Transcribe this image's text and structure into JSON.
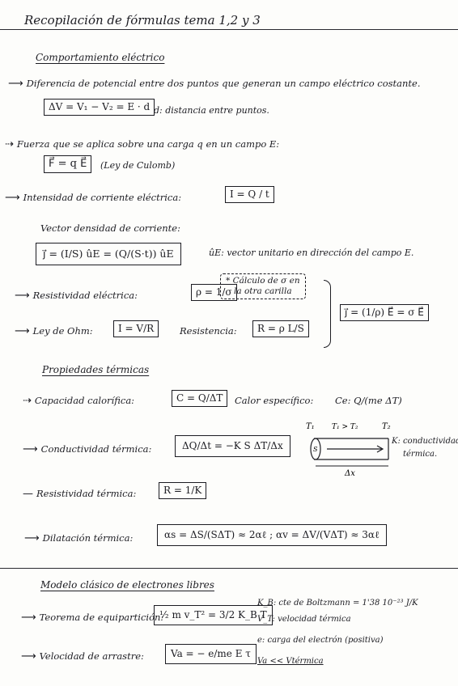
{
  "title": "Recopilación de fórmulas tema 1,2 y 3",
  "sections": {
    "electrico": "Comportamiento eléctrico",
    "termico": "Propiedades térmicas",
    "modelo": "Modelo clásico de electrones libres"
  },
  "electrico": {
    "diferencia_label": "Diferencia de potencial entre dos puntos que generan un campo eléctrico costante.",
    "diferencia_formula": "ΔV = V₁ − V₂ = E · d",
    "diferencia_note": "d: distancia entre puntos.",
    "fuerza_label": "Fuerza que se aplica sobre una carga q en un campo E:",
    "fuerza_formula": "F⃗ = q E⃗",
    "fuerza_note": "(Ley de Culomb)",
    "intensidad_label": "Intensidad de corriente eléctrica:",
    "intensidad_formula": "I = Q / t",
    "densidad_label": "Vector densidad de corriente:",
    "densidad_formula": "j⃗ = (I/S) ûE = (Q/(S·t)) ûE",
    "densidad_note": "ûE: vector unitario en dirección del campo E.",
    "resistividad_label": "Resistividad eléctrica:",
    "resistividad_formula": "ρ = 1/σ",
    "calculo_note_1": "* Cálculo de σ en",
    "calculo_note_2": "la otra carilla",
    "ohm_label": "Ley de Ohm:",
    "ohm_formula": "I = V/R",
    "resistencia_label": "Resistencia:",
    "resistencia_formula": "R = ρ L/S",
    "j_formula": "j⃗ = (1/ρ) E⃗ = σ E⃗"
  },
  "termico": {
    "capacidad_label": "Capacidad calorífica:",
    "capacidad_formula": "C = Q/ΔT",
    "calor_label": "Calor específico:",
    "calor_formula": "Ce: Q/(me ΔT)",
    "conductividad_label": "Conductividad térmica:",
    "conductividad_formula": "ΔQ/Δt = −K S ΔT/Δx",
    "diagram_t1": "T₁",
    "diagram_cmp": "T₁ > T₂",
    "diagram_t2": "T₂",
    "diagram_s": "S",
    "diagram_dx": "Δx",
    "conductividad_note_1": "K: conductividad",
    "conductividad_note_2": "térmica.",
    "resistividad_label": "Resistividad térmica:",
    "resistividad_formula": "R = 1/K",
    "dilatacion_label": "Dilatación térmica:",
    "dilatacion_formula": "αs = ΔS/(SΔT) ≈ 2αℓ ;  αv = ΔV/(VΔT) ≈ 3αℓ"
  },
  "modelo": {
    "equiparticion_label": "Teorema de equipartición:",
    "equiparticion_formula": "½ m v_T² = 3/2 K_B T",
    "kb_note": "K_B: cte de Boltzmann = 1'38 10⁻²³ J/K",
    "vt_note": "V_T: velocidad térmica",
    "arrastre_label": "Velocidad de arrastre:",
    "arrastre_formula": "Va = − e/me E τ",
    "e_note": "e: carga del electrón (positiva)",
    "va_note": "Va << Vtérmica"
  }
}
